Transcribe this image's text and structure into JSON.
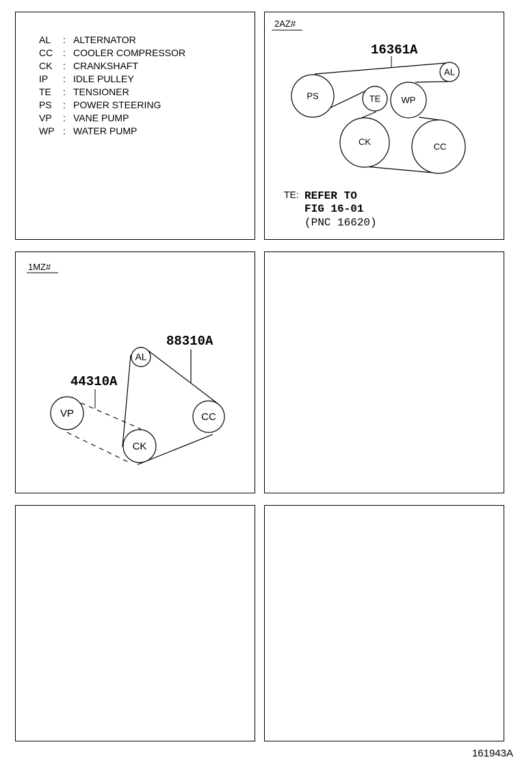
{
  "legend": [
    {
      "code": "AL",
      "name": "ALTERNATOR"
    },
    {
      "code": "CC",
      "name": "COOLER COMPRESSOR"
    },
    {
      "code": "CK",
      "name": "CRANKSHAFT"
    },
    {
      "code": "IP",
      "name": "IDLE PULLEY"
    },
    {
      "code": "TE",
      "name": "TENSIONER"
    },
    {
      "code": "PS",
      "name": "POWER STEERING"
    },
    {
      "code": "VP",
      "name": "VANE PUMP"
    },
    {
      "code": "WP",
      "name": "WATER PUMP"
    }
  ],
  "legend_separator": ":",
  "diagram_2az": {
    "engine_tag": "2AZ#",
    "belt_part_no": "16361A",
    "pulleys": {
      "ps": "PS",
      "te": "TE",
      "wp": "WP",
      "al": "AL",
      "ck": "CK",
      "cc": "CC"
    },
    "note_prefix": "TE:",
    "note_lines": [
      "REFER TO",
      "FIG 16-01",
      "(PNC 16620)"
    ]
  },
  "diagram_1mz": {
    "engine_tag": "1MZ#",
    "belt_part_no_main": "88310A",
    "belt_part_no_dashed": "44310A",
    "pulleys": {
      "al": "AL",
      "vp": "VP",
      "cc": "CC",
      "ck": "CK"
    }
  },
  "figure_number": "161943A"
}
